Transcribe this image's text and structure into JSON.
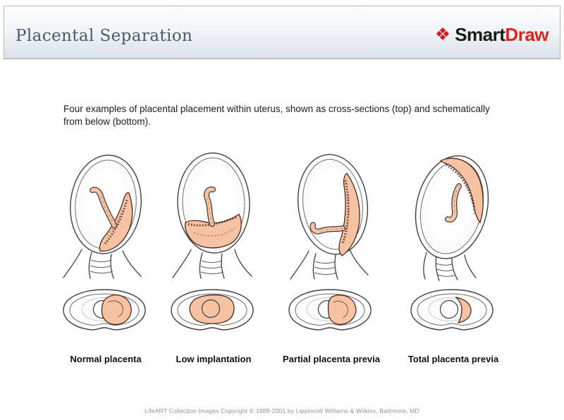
{
  "header": {
    "title": "Placental Separation",
    "logo": {
      "icon_glyph": "❖",
      "smart": "Smart",
      "draw": "Draw"
    }
  },
  "description": "Four examples of placental placement within uterus, shown as cross-sections (top) and schematically from below (bottom).",
  "figures": [
    {
      "label": "Normal placenta"
    },
    {
      "label": "Low implantation"
    },
    {
      "label": "Partial placenta previa"
    },
    {
      "label": "Total placenta previa"
    }
  ],
  "footer": {
    "copyright": "LifeART Collection Images Copyright © 1989-2001 by Lippincott Williams & Wilkins, Baltimore, MD"
  },
  "colors": {
    "placenta_pink": "#f5c2a4",
    "placenta_edge": "#3a1d12",
    "outline": "#3f3f3f",
    "title_text": "#4d5964",
    "logo_red": "#dc251c",
    "header_gradient_bottom": "#d9e1e9"
  }
}
